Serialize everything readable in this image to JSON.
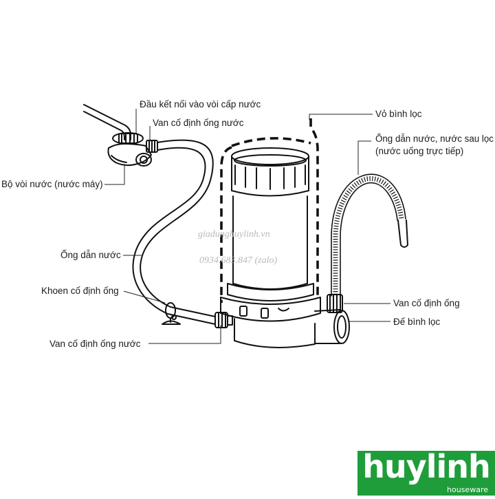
{
  "labels": {
    "faucet_connector": "Đầu kết nối vào vòi cấp nước",
    "hose_valve_top": "Van cố định ống nước",
    "faucet_set": "Bộ vòi nước (nước máy)",
    "water_hose": "Ống dẫn nước",
    "hose_clip": "Khoen cố định ống",
    "hose_valve_bottom": "Van cố định ống nước",
    "filter_housing": "Vỏ bình lọc",
    "outlet_hose_line1": "Ống dẫn nước, nước sau lọc",
    "outlet_hose_line2": "(nước uống trực tiếp)",
    "pipe_valve": "Van cố định ống",
    "filter_base": "Đế bình lọc"
  },
  "watermark": {
    "site": "giadunghuylinh.vn",
    "phone": "0934.683.847 (zalo)"
  },
  "logo": {
    "brand": "huylinh",
    "tagline": "houseware",
    "color": "#1f9d3a"
  }
}
